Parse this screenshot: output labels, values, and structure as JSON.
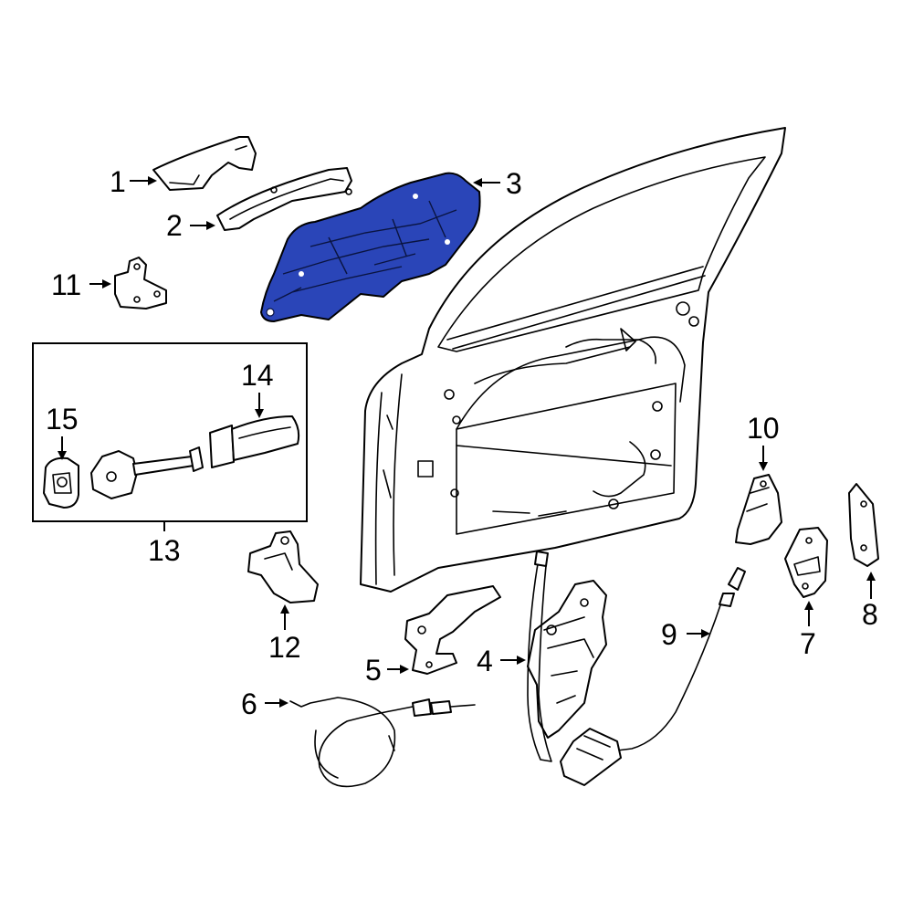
{
  "diagram": {
    "highlight_color": "#2a45b8",
    "callouts": [
      {
        "id": "1",
        "text": "1"
      },
      {
        "id": "2",
        "text": "2"
      },
      {
        "id": "3",
        "text": "3"
      },
      {
        "id": "4",
        "text": "4"
      },
      {
        "id": "5",
        "text": "5"
      },
      {
        "id": "6",
        "text": "6"
      },
      {
        "id": "7",
        "text": "7"
      },
      {
        "id": "8",
        "text": "8"
      },
      {
        "id": "9",
        "text": "9"
      },
      {
        "id": "10",
        "text": "10"
      },
      {
        "id": "11",
        "text": "11"
      },
      {
        "id": "12",
        "text": "12"
      },
      {
        "id": "13",
        "text": "13"
      },
      {
        "id": "14",
        "text": "14"
      },
      {
        "id": "15",
        "text": "15"
      }
    ]
  }
}
